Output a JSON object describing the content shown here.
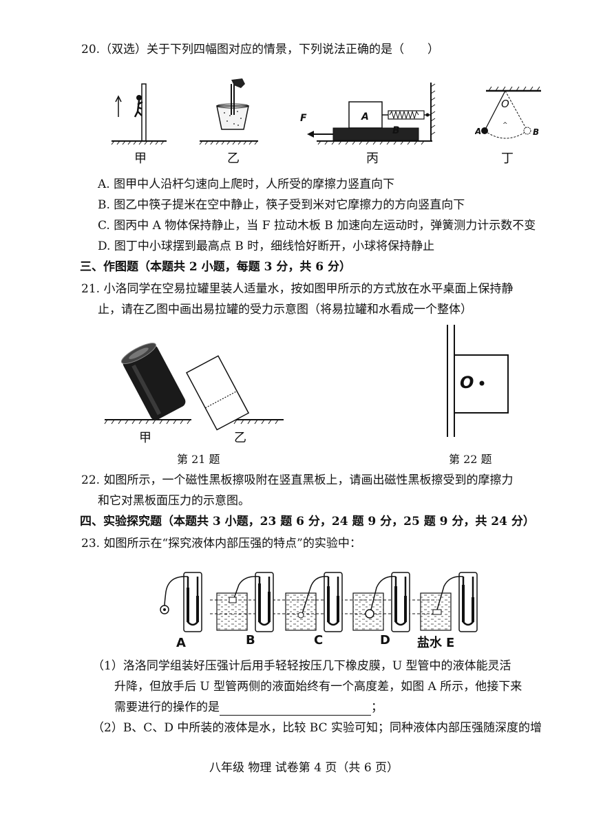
{
  "q20": {
    "stem": "20.（双选）关于下列四幅图对应的情景，下列说法正确的是（　　）",
    "fig_labels": [
      "甲",
      "乙",
      "丙",
      "丁"
    ],
    "fig_marks": {
      "F": "F",
      "A": "A",
      "B": "B",
      "O": "O",
      "A_pend": "A",
      "B_pend": "B"
    },
    "options": [
      "A. 图甲中人沿杆匀速向上爬时，人所受的摩擦力竖直向下",
      "B. 图乙中筷子提米在空中静止，筷子受到米对它摩擦力的方向竖直向下",
      "C. 图丙中 A 物体保持静止，当 F 拉动木板 B 加速向左运动时，弹簧测力计示数不变",
      "D. 图丁中小球摆到最高点 B 时，细线恰好断开，小球将保持静止"
    ]
  },
  "section3": "三、作图题（本题共 2 小题，每题 3 分，共 6 分）",
  "q21": {
    "line1": "21. 小洛同学在空易拉罐里装人适量水，按如图甲所示的方式放在水平桌面上保持静",
    "line2": "止，请在乙图中画出易拉罐的受力示意图（将易拉罐和水看成一个整体）",
    "fig_labels": [
      "甲",
      "乙"
    ],
    "caption": "第 21 题"
  },
  "q22": {
    "caption": "第 22 题",
    "center_label": "O",
    "line1": "22. 如图所示，一个磁性黑板擦吸附在竖直黑板上，请画出磁性黑板擦受到的摩擦力",
    "line2": "和它对黑板面压力的示意图。"
  },
  "section4": "四、实验探究题（本题共 3 小题，23 题 6 分，24 题 9 分，25 题 9 分，共 24 分）",
  "q23": {
    "stem": "23. 如图所示在“探究液体内部压强的特点”的实验中：",
    "fig_labels": [
      "A",
      "B",
      "C",
      "D",
      "E"
    ],
    "salt_label": "盐水",
    "p1_line1": "（1）洛洛同学组装好压强计后用手轻轻按压几下橡皮膜，U 型管中的液体能灵活",
    "p1_line2": "升降，但放手后 U 型管两侧的液面始终有一个高度差，如图 A 所示，他接下来",
    "p1_line3_pre": "需要进行的操作的是",
    "p1_line3_post": "；",
    "p2_line1": "（2）B、C、D 中所装的液体是水，比较 BC 实验可知；同种液体内部压强随深度的增"
  },
  "footer": "八年级 物理 试卷第 4 页（共 6 页）"
}
